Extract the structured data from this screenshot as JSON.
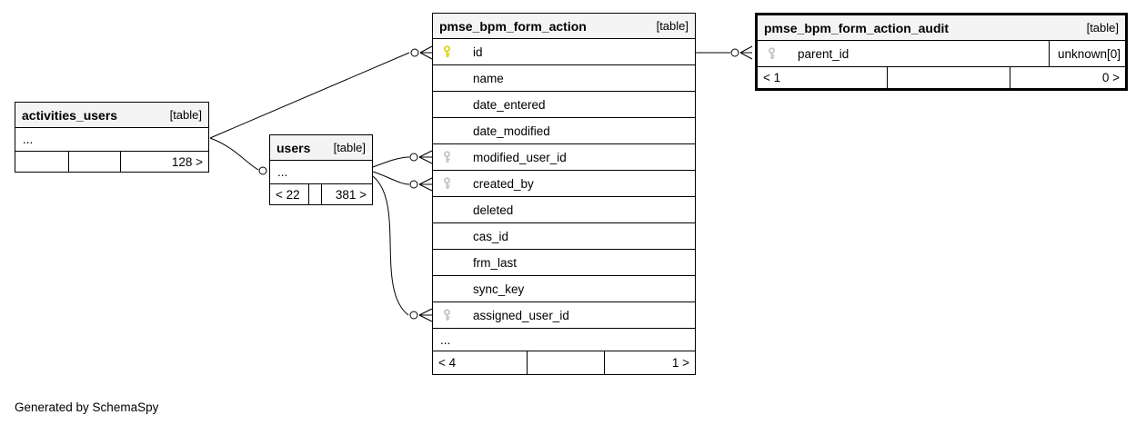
{
  "footer_note": "Generated by SchemaSpy",
  "colors": {
    "primary_key": "#ddd000",
    "foreign_key": "#c0c0c0",
    "header_bg": "#f4f4f4",
    "line": "#000000"
  },
  "tables": {
    "activities_users": {
      "title": "activities_users",
      "tag": "[table]",
      "ellipsis": "...",
      "footer": {
        "left": "",
        "mid": "",
        "right": "128 >"
      }
    },
    "users": {
      "title": "users",
      "tag": "[table]",
      "ellipsis": "...",
      "footer": {
        "left": "< 22",
        "mid": "",
        "right": "381 >"
      }
    },
    "pmse_bpm_form_action": {
      "title": "pmse_bpm_form_action",
      "tag": "[table]",
      "columns": [
        {
          "name": "id",
          "key": "primary"
        },
        {
          "name": "name",
          "key": ""
        },
        {
          "name": "date_entered",
          "key": ""
        },
        {
          "name": "date_modified",
          "key": ""
        },
        {
          "name": "modified_user_id",
          "key": "foreign"
        },
        {
          "name": "created_by",
          "key": "foreign"
        },
        {
          "name": "deleted",
          "key": ""
        },
        {
          "name": "cas_id",
          "key": ""
        },
        {
          "name": "frm_last",
          "key": ""
        },
        {
          "name": "sync_key",
          "key": ""
        },
        {
          "name": "assigned_user_id",
          "key": "foreign"
        }
      ],
      "ellipsis": "...",
      "footer": {
        "left": "< 4",
        "mid": "",
        "right": "1 >"
      }
    },
    "pmse_bpm_form_action_audit": {
      "title": "pmse_bpm_form_action_audit",
      "tag": "[table]",
      "columns": [
        {
          "name": "parent_id",
          "key": "foreign",
          "note": "unknown[0]"
        }
      ],
      "footer": {
        "left": "< 1",
        "mid": "",
        "right": "0 >"
      }
    }
  },
  "relationships": [
    {
      "from": "activities_users",
      "to": "pmse_bpm_form_action.id"
    },
    {
      "from": "activities_users",
      "to": "users"
    },
    {
      "from": "users",
      "to": "pmse_bpm_form_action.modified_user_id"
    },
    {
      "from": "users",
      "to": "pmse_bpm_form_action.created_by"
    },
    {
      "from": "users",
      "to": "pmse_bpm_form_action.assigned_user_id"
    },
    {
      "from": "pmse_bpm_form_action.id",
      "to": "pmse_bpm_form_action_audit.parent_id"
    }
  ]
}
